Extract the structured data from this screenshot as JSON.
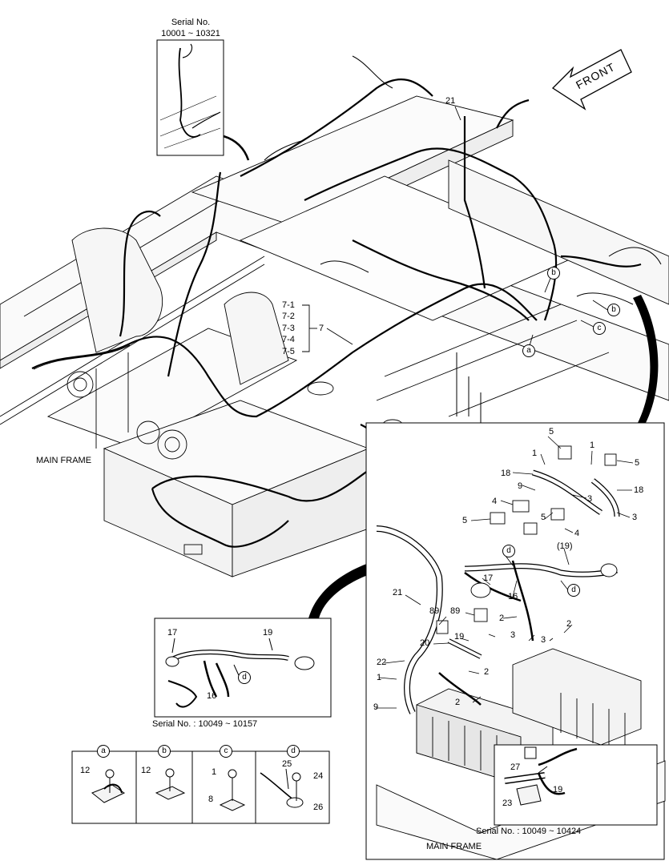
{
  "labels": {
    "serial_top_1": "Serial No.",
    "serial_top_2": "10001 ~ 10321",
    "front": "FRONT",
    "main_frame_left": "MAIN FRAME",
    "main_frame_right": "MAIN FRAME",
    "serial_mid": "Serial No. : 10049 ~ 10157",
    "serial_bottom_right": "Serial No. : 10049 ~ 10424",
    "sub_7_1": "7-1",
    "sub_7_2": "7-2",
    "sub_7_3": "7-3",
    "sub_7_4": "7-4",
    "sub_7_5": "7-5",
    "item_7": "7",
    "item_21_top": "21"
  },
  "circles": {
    "a": "a",
    "b": "b",
    "c": "c",
    "d": "d"
  },
  "main_callouts": [
    {
      "id": "b1",
      "text": "b"
    },
    {
      "id": "b2",
      "text": "b"
    },
    {
      "id": "c1",
      "text": "c"
    },
    {
      "id": "a1",
      "text": "a"
    }
  ],
  "battery_callouts": [
    "5",
    "1",
    "1",
    "5",
    "18",
    "9",
    "18",
    "3",
    "4",
    "3",
    "5",
    "5",
    "4",
    "(19)",
    "d",
    "17",
    "16",
    "d",
    "21",
    "89",
    "89",
    "2",
    "2",
    "19",
    "20",
    "3",
    "3",
    "22",
    "2",
    "1",
    "9",
    "2"
  ],
  "inset_small_callouts": [
    "17",
    "19",
    "16",
    "d"
  ],
  "inset_serial_callouts": [
    "27",
    "19",
    "23"
  ],
  "detail_a": [
    "12"
  ],
  "detail_b": [
    "12"
  ],
  "detail_c": [
    "1",
    "8"
  ],
  "detail_d": [
    "25",
    "24",
    "26"
  ],
  "colors": {
    "line": "#000000",
    "background": "#ffffff",
    "fill": "#f2f2f2"
  }
}
